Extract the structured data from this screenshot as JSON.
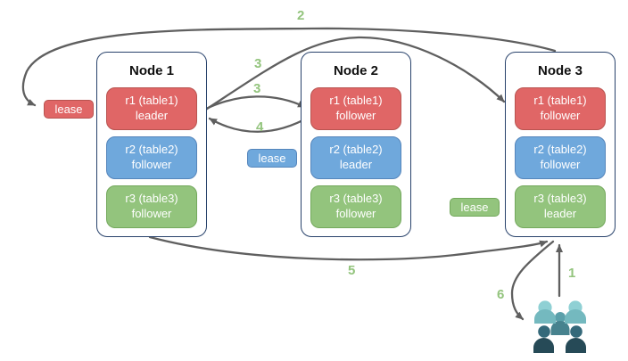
{
  "nodes": [
    {
      "title": "Node 1",
      "replicas": [
        {
          "line1": "r1 (table1)",
          "line2": "leader",
          "color": "red"
        },
        {
          "line1": "r2 (table2)",
          "line2": "follower",
          "color": "blue"
        },
        {
          "line1": "r3 (table3)",
          "line2": "follower",
          "color": "green"
        }
      ]
    },
    {
      "title": "Node 2",
      "replicas": [
        {
          "line1": "r1 (table1)",
          "line2": "follower",
          "color": "red"
        },
        {
          "line1": "r2 (table2)",
          "line2": "leader",
          "color": "blue"
        },
        {
          "line1": "r3 (table3)",
          "line2": "follower",
          "color": "green"
        }
      ]
    },
    {
      "title": "Node 3",
      "replicas": [
        {
          "line1": "r1 (table1)",
          "line2": "follower",
          "color": "red"
        },
        {
          "line1": "r2 (table2)",
          "line2": "follower",
          "color": "blue"
        },
        {
          "line1": "r3 (table3)",
          "line2": "leader",
          "color": "green"
        }
      ]
    }
  ],
  "leases": [
    {
      "label": "lease",
      "color": "red"
    },
    {
      "label": "lease",
      "color": "blue"
    },
    {
      "label": "lease",
      "color": "green"
    }
  ],
  "steps": {
    "s1": "1",
    "s2": "2",
    "s3a": "3",
    "s3b": "3",
    "s4": "4",
    "s5": "5",
    "s6": "6"
  },
  "icons": {
    "users": "group-of-users"
  },
  "palette": {
    "replica_red": "#e06666",
    "replica_blue": "#6fa8dc",
    "replica_green": "#93c47d",
    "node_border": "#28426b",
    "arrow_gray": "#5f5f5f",
    "step_label_green": "#93c47d",
    "users_light_teal": "#8fd0d4",
    "users_mid_teal": "#47828e",
    "users_dark_slate": "#264a57"
  }
}
